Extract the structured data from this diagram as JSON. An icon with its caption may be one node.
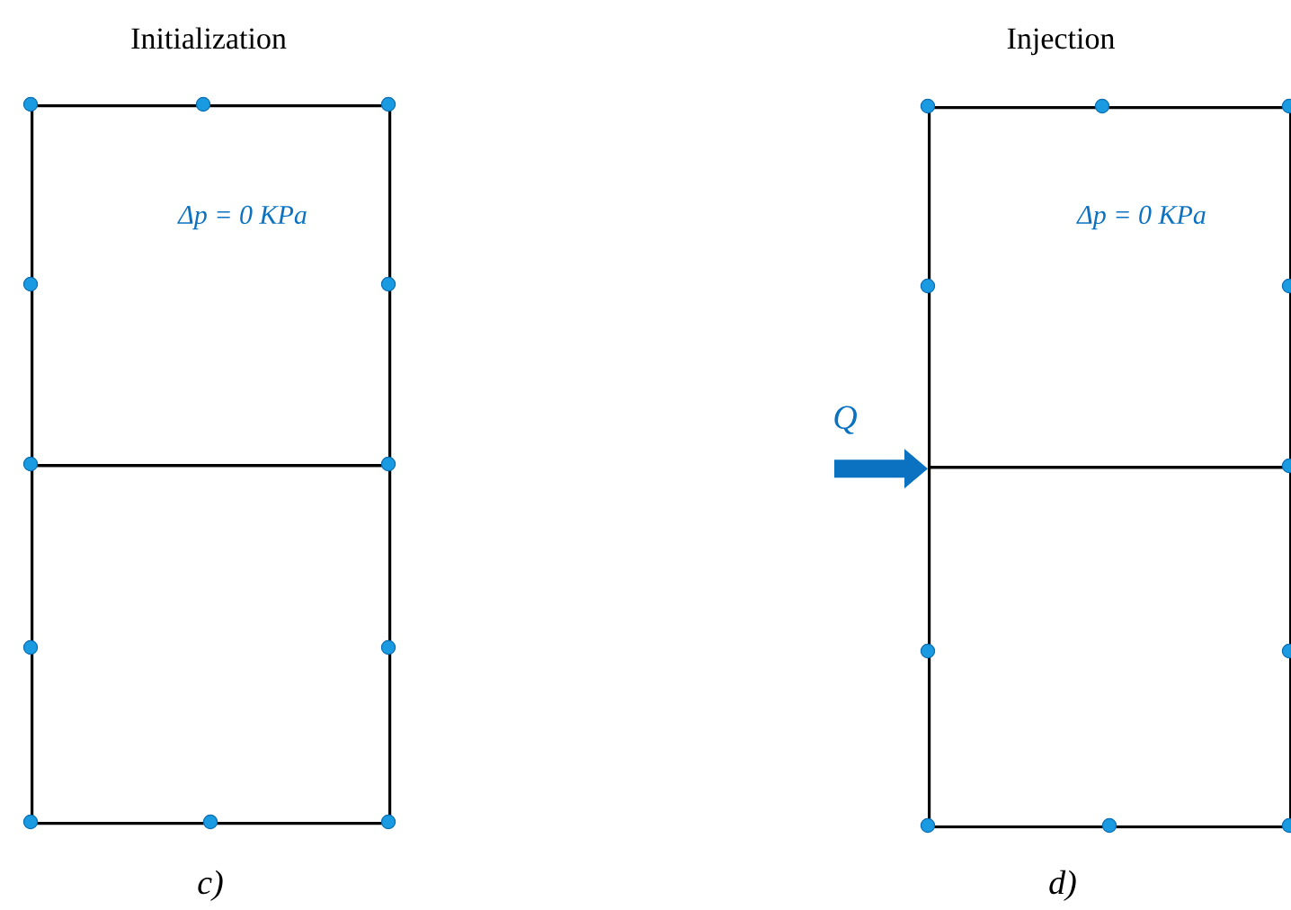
{
  "diagram": {
    "nodes": [
      {
        "text": [
          "Δp = 0 KPa"
        ]
      },
      {
        "text": [],
        "shape": "box"
      },
      {
        "text": [
          "Δp = 0 KPa"
        ]
      },
      {
        "text": [],
        "shape": "box"
      }
    ],
    "edges": [
      {
        "from": null,
        "to": 2,
        "arrow": "to",
        "label": "Q"
      }
    ],
    "labels": [
      "Initialization",
      "Injection",
      "c)",
      "d)"
    ]
  }
}
